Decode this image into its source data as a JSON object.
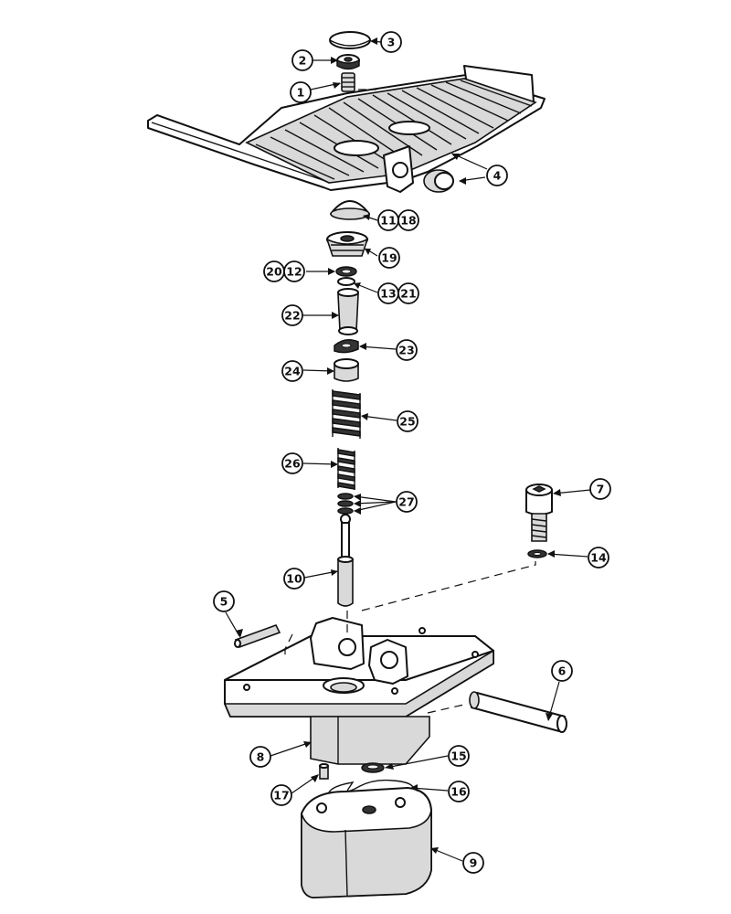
{
  "callouts": {
    "c1": "1",
    "c2": "2",
    "c3": "3",
    "c4": "4",
    "c5": "5",
    "c6": "6",
    "c7": "7",
    "c8": "8",
    "c9": "9",
    "c10": "10",
    "c11": "11",
    "c12": "12",
    "c13": "13",
    "c14": "14",
    "c15": "15",
    "c16": "16",
    "c17": "17",
    "c18": "18",
    "c19": "19",
    "c20": "20",
    "c21": "21",
    "c22": "22",
    "c23": "23",
    "c24": "24",
    "c25": "25",
    "c26": "26",
    "c27": "27"
  },
  "colors": {
    "ink": "#111111",
    "paper": "#ffffff",
    "shade": "#d9d9d9"
  }
}
